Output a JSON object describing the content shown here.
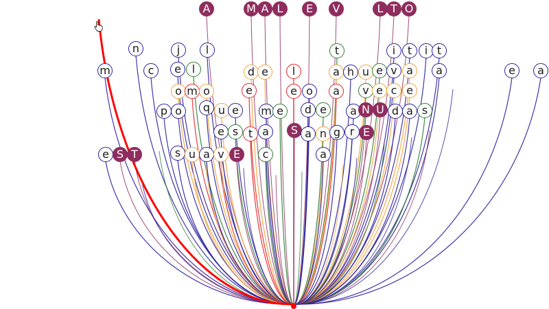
{
  "colors": {
    "navy": "#2b1f9e",
    "green": "#2e7d32",
    "orange": "#f2a33a",
    "red": "#e0242a",
    "plum": "#8e2d5e",
    "highlight": "#ff0000"
  },
  "anchor_icon": "hand-cursor-icon",
  "letters": [
    {
      "ch": "A",
      "c": "plum",
      "f": true
    },
    {
      "ch": "M",
      "c": "plum",
      "f": true
    },
    {
      "ch": "A",
      "c": "plum",
      "f": true
    },
    {
      "ch": "L",
      "c": "plum",
      "f": true
    },
    {
      "ch": "E",
      "c": "plum",
      "f": true
    },
    {
      "ch": "V",
      "c": "plum",
      "f": true
    },
    {
      "ch": "L",
      "c": "plum",
      "f": true
    },
    {
      "ch": "T",
      "c": "plum",
      "f": true
    },
    {
      "ch": "O",
      "c": "plum",
      "f": true
    },
    {
      "ch": "n",
      "c": "navy"
    },
    {
      "ch": "j",
      "c": "navy"
    },
    {
      "ch": "l",
      "c": "navy"
    },
    {
      "ch": "t",
      "c": "green"
    },
    {
      "ch": "i",
      "c": "navy"
    },
    {
      "ch": "t",
      "c": "navy"
    },
    {
      "ch": "i",
      "c": "navy"
    },
    {
      "ch": "t",
      "c": "navy"
    },
    {
      "ch": "m",
      "c": "navy"
    },
    {
      "ch": "c",
      "c": "navy"
    },
    {
      "ch": "e",
      "c": "navy"
    },
    {
      "ch": "l",
      "c": "green"
    },
    {
      "ch": "d",
      "c": "orange"
    },
    {
      "ch": "e",
      "c": "orange"
    },
    {
      "ch": "l",
      "c": "red"
    },
    {
      "ch": "a",
      "c": "orange"
    },
    {
      "ch": "h",
      "c": "navy"
    },
    {
      "ch": "u",
      "c": "orange"
    },
    {
      "ch": "e",
      "c": "green"
    },
    {
      "ch": "v",
      "c": "navy"
    },
    {
      "ch": "a",
      "c": "orange"
    },
    {
      "ch": "a",
      "c": "navy"
    },
    {
      "ch": "e",
      "c": "navy"
    },
    {
      "ch": "a",
      "c": "navy"
    },
    {
      "ch": "o",
      "c": "orange"
    },
    {
      "ch": "m",
      "c": "red"
    },
    {
      "ch": "o",
      "c": "orange"
    },
    {
      "ch": "e",
      "c": "red"
    },
    {
      "ch": "e",
      "c": "red"
    },
    {
      "ch": "o",
      "c": "navy"
    },
    {
      "ch": "a",
      "c": "red"
    },
    {
      "ch": "v",
      "c": "green"
    },
    {
      "ch": "e",
      "c": "orange"
    },
    {
      "ch": "c",
      "c": "orange"
    },
    {
      "ch": "e",
      "c": "orange"
    },
    {
      "ch": "p",
      "c": "navy"
    },
    {
      "ch": "o",
      "c": "navy"
    },
    {
      "ch": "q",
      "c": "navy"
    },
    {
      "ch": "u",
      "c": "orange"
    },
    {
      "ch": "e",
      "c": "navy"
    },
    {
      "ch": "m",
      "c": "navy"
    },
    {
      "ch": "e",
      "c": "green"
    },
    {
      "ch": "d",
      "c": "navy"
    },
    {
      "ch": "e",
      "c": "green"
    },
    {
      "ch": "a",
      "c": "navy"
    },
    {
      "ch": "N",
      "c": "plum",
      "f": true
    },
    {
      "ch": "U",
      "c": "plum",
      "f": true
    },
    {
      "ch": "d",
      "c": "navy"
    },
    {
      "ch": "a",
      "c": "navy"
    },
    {
      "ch": "s",
      "c": "green"
    },
    {
      "ch": "e",
      "c": "navy"
    },
    {
      "ch": "s",
      "c": "green"
    },
    {
      "ch": "t",
      "c": "red"
    },
    {
      "ch": "a",
      "c": "navy"
    },
    {
      "ch": "S",
      "c": "plum",
      "f": true
    },
    {
      "ch": "a",
      "c": "navy"
    },
    {
      "ch": "n",
      "c": "orange"
    },
    {
      "ch": "g",
      "c": "navy"
    },
    {
      "ch": "r",
      "c": "navy"
    },
    {
      "ch": "E",
      "c": "plum",
      "f": true
    },
    {
      "ch": "e",
      "c": "navy"
    },
    {
      "ch": "S",
      "c": "plum",
      "f": true
    },
    {
      "ch": "T",
      "c": "plum",
      "f": true
    },
    {
      "ch": "s",
      "c": "navy"
    },
    {
      "ch": "u",
      "c": "orange"
    },
    {
      "ch": "a",
      "c": "navy"
    },
    {
      "ch": "v",
      "c": "orange"
    },
    {
      "ch": "E",
      "c": "plum",
      "f": true
    },
    {
      "ch": "c",
      "c": "green"
    },
    {
      "ch": "a",
      "c": "navy"
    }
  ]
}
